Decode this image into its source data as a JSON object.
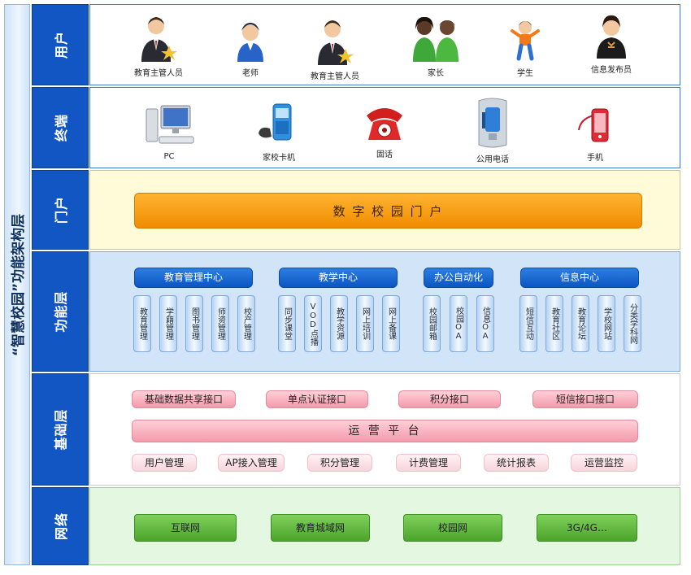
{
  "title": "“智慧校园”功能架构层",
  "layers": {
    "user": "用户",
    "terminal": "终端",
    "portal": "门户",
    "function": "功能层",
    "base": "基础层",
    "network": "网络"
  },
  "users": [
    "教育主管人员",
    "老师",
    "教育主管人员",
    "家长",
    "学生",
    "信息发布员"
  ],
  "terminals": [
    "PC",
    "家校卡机",
    "固话",
    "公用电话",
    "手机"
  ],
  "portal": "数 字 校 园 门 户",
  "function_groups": [
    {
      "name": "教育管理中心",
      "items": [
        "教育管理",
        "学籍管理",
        "图书管理",
        "师资管理",
        "校产管理"
      ]
    },
    {
      "name": "教学中心",
      "items": [
        "同步课堂",
        "VOD点播",
        "教学资源",
        "网上培训",
        "网上备课"
      ]
    },
    {
      "name": "办公自动化",
      "items": [
        "校园邮箱",
        "校园OA",
        "信息OA"
      ]
    },
    {
      "name": "信息中心",
      "items": [
        "短信互动",
        "教育社区",
        "教育论坛",
        "学校网站",
        "分类学科网"
      ]
    }
  ],
  "base": {
    "interfaces": [
      "基础数据共享接口",
      "单点认证接口",
      "积分接口",
      "短信接口接口"
    ],
    "platform": "运 营 平 台",
    "modules": [
      "用户管理",
      "AP接入管理",
      "积分管理",
      "计费管理",
      "统计报表",
      "运营监控"
    ]
  },
  "network": [
    "互联网",
    "教育城域网",
    "校园网",
    "3G/4G…"
  ]
}
